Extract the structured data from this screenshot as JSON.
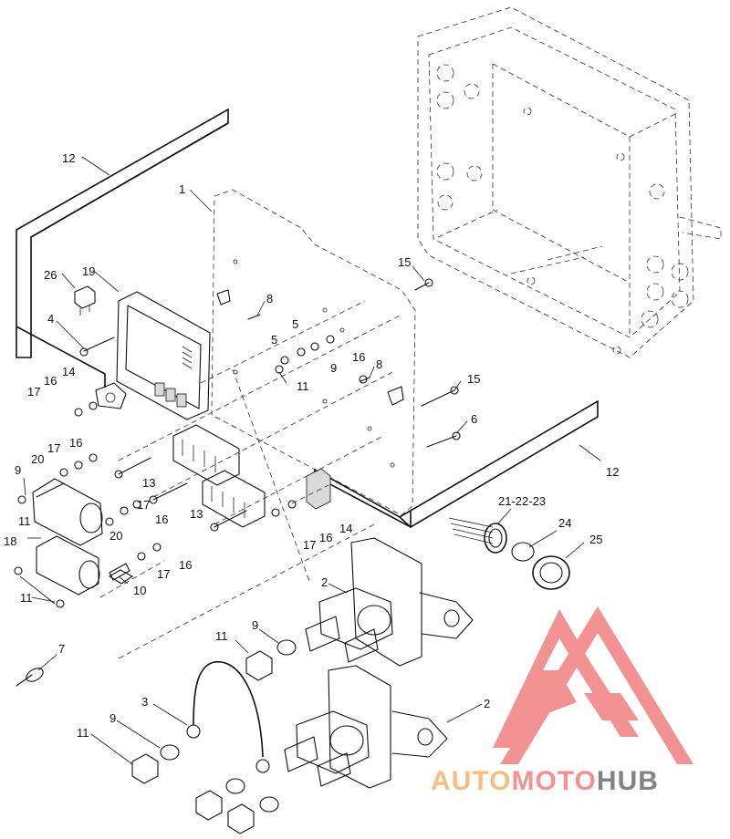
{
  "diagram": {
    "callouts": [
      {
        "id": "c1",
        "text": "1"
      },
      {
        "id": "c2a",
        "text": "2"
      },
      {
        "id": "c2b",
        "text": "2"
      },
      {
        "id": "c3",
        "text": "3"
      },
      {
        "id": "c4",
        "text": "4"
      },
      {
        "id": "c5a",
        "text": "5"
      },
      {
        "id": "c5b",
        "text": "5"
      },
      {
        "id": "c6",
        "text": "6"
      },
      {
        "id": "c7",
        "text": "7"
      },
      {
        "id": "c8a",
        "text": "8"
      },
      {
        "id": "c8b",
        "text": "8"
      },
      {
        "id": "c9a",
        "text": "9"
      },
      {
        "id": "c9b",
        "text": "9"
      },
      {
        "id": "c9c",
        "text": "9"
      },
      {
        "id": "c9d",
        "text": "9"
      },
      {
        "id": "c10",
        "text": "10"
      },
      {
        "id": "c11a",
        "text": "11"
      },
      {
        "id": "c11b",
        "text": "11"
      },
      {
        "id": "c11c",
        "text": "11"
      },
      {
        "id": "c11d",
        "text": "11"
      },
      {
        "id": "c11e",
        "text": "11"
      },
      {
        "id": "c12a",
        "text": "12"
      },
      {
        "id": "c12b",
        "text": "12"
      },
      {
        "id": "c13a",
        "text": "13"
      },
      {
        "id": "c13b",
        "text": "13"
      },
      {
        "id": "c14a",
        "text": "14"
      },
      {
        "id": "c14b",
        "text": "14"
      },
      {
        "id": "c15a",
        "text": "15"
      },
      {
        "id": "c15b",
        "text": "15"
      },
      {
        "id": "c16a",
        "text": "16"
      },
      {
        "id": "c16b",
        "text": "16"
      },
      {
        "id": "c16c",
        "text": "16"
      },
      {
        "id": "c16d",
        "text": "16"
      },
      {
        "id": "c16e",
        "text": "16"
      },
      {
        "id": "c16f",
        "text": "16"
      },
      {
        "id": "c17a",
        "text": "17"
      },
      {
        "id": "c17b",
        "text": "17"
      },
      {
        "id": "c17c",
        "text": "17"
      },
      {
        "id": "c17d",
        "text": "17"
      },
      {
        "id": "c17e",
        "text": "17"
      },
      {
        "id": "c18",
        "text": "18"
      },
      {
        "id": "c19",
        "text": "19"
      },
      {
        "id": "c20a",
        "text": "20"
      },
      {
        "id": "c20b",
        "text": "20"
      },
      {
        "id": "c212223",
        "text": "21-22-23"
      },
      {
        "id": "c24",
        "text": "24"
      },
      {
        "id": "c25",
        "text": "25"
      },
      {
        "id": "c26",
        "text": "26"
      }
    ]
  },
  "watermark": {
    "part1": "AUTO",
    "part2": "MOTO",
    "part3": "HUB",
    "colors": {
      "red": "#f08080",
      "orange": "#f6b36a",
      "gray": "#6e6e6e"
    }
  }
}
